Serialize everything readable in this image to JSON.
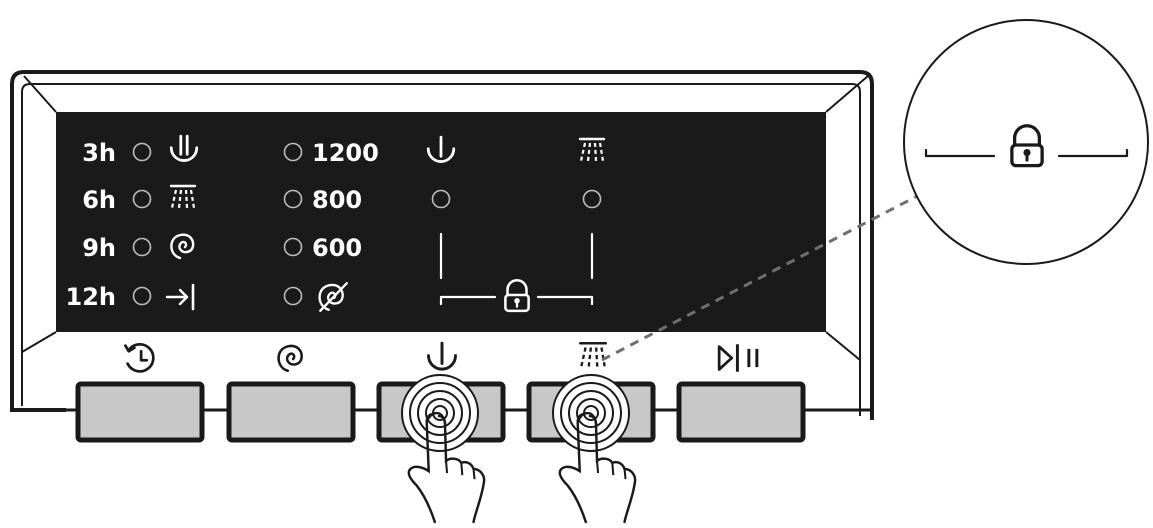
{
  "colors": {
    "panel": "#1a1a1a",
    "frame": "#1a1a1a",
    "button_face": "#c8c8c8",
    "leader_line": "#6f6f6f"
  },
  "timer_options": [
    "3h",
    "6h",
    "9h",
    "12h"
  ],
  "timer_option_icons": [
    "drying-cooling-icon",
    "rinse-shower-icon",
    "spin-spiral-icon",
    "arrow-to-end-icon"
  ],
  "spin_speeds": [
    "1200",
    "800",
    "600"
  ],
  "spin_no_spin_icon": "no-spin-icon",
  "indicators": [
    "power-drying-indicator",
    "rinse-indicator"
  ],
  "child_lock": {
    "icon": "padlock-icon",
    "zoom_icon": "padlock-icon"
  },
  "buttons": [
    {
      "name": "delay-timer-button",
      "icon": "timer-clock-icon",
      "pressed": false
    },
    {
      "name": "spin-button",
      "icon": "spin-spiral-icon",
      "pressed": false
    },
    {
      "name": "drying-button",
      "icon": "drying-icon",
      "pressed": true
    },
    {
      "name": "rinse-button",
      "icon": "rinse-shower-icon",
      "pressed": true
    },
    {
      "name": "start-pause-button",
      "icon": "play-pause-icon",
      "pressed": false
    }
  ],
  "gesture": {
    "icon": "finger-press-icon",
    "press_count": 2
  }
}
